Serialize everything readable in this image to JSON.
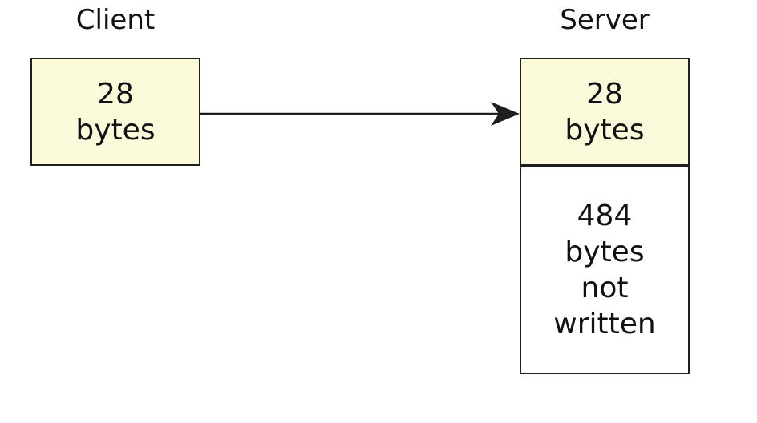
{
  "diagram": {
    "client": {
      "title": "Client",
      "box_lines": [
        "28",
        "bytes"
      ]
    },
    "server": {
      "title": "Server",
      "received_lines": [
        "28",
        "bytes"
      ],
      "pending_lines": [
        "484",
        "bytes",
        "not",
        "written"
      ]
    },
    "arrow": {
      "meaning": "data-transfer-client-to-server"
    },
    "colors": {
      "background": "#FFFFFF",
      "box_fill": "#FBFBDB",
      "box_border": "#1F1F1F",
      "text": "#111111",
      "arrow": "#1F1F1F"
    }
  }
}
